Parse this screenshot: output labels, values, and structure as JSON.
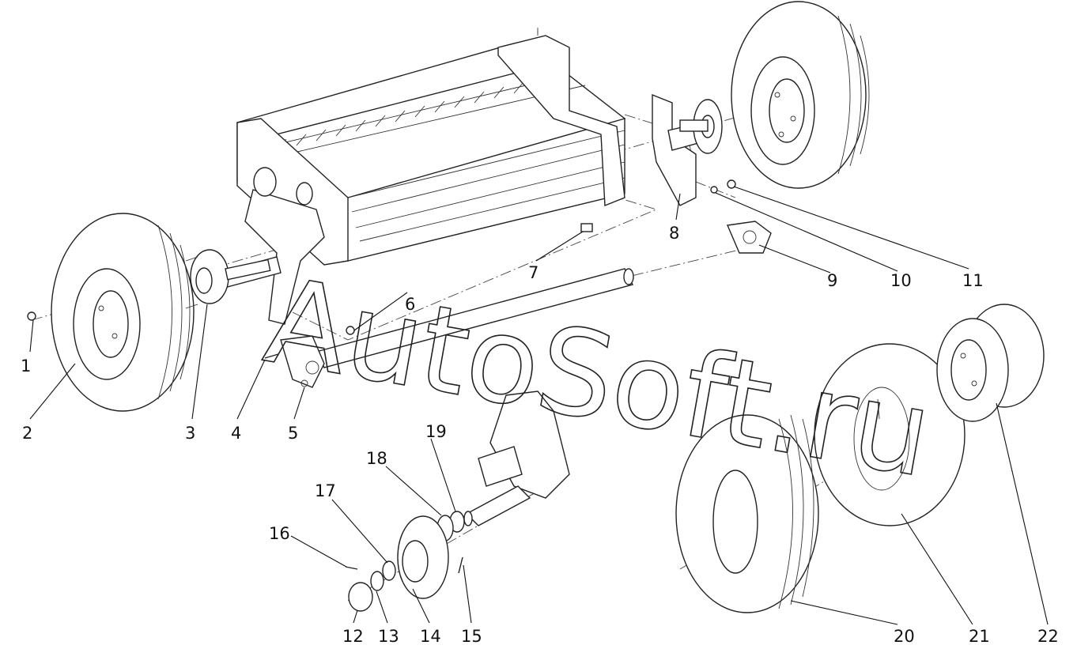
{
  "watermark": "AutoSoft.ru",
  "callouts": [
    "1",
    "2",
    "3",
    "4",
    "5",
    "6",
    "7",
    "8",
    "9",
    "10",
    "11",
    "12",
    "13",
    "14",
    "15",
    "16",
    "17",
    "18",
    "19",
    "20",
    "21",
    "22"
  ],
  "colors": {
    "line": "#222222",
    "background": "#ffffff"
  }
}
